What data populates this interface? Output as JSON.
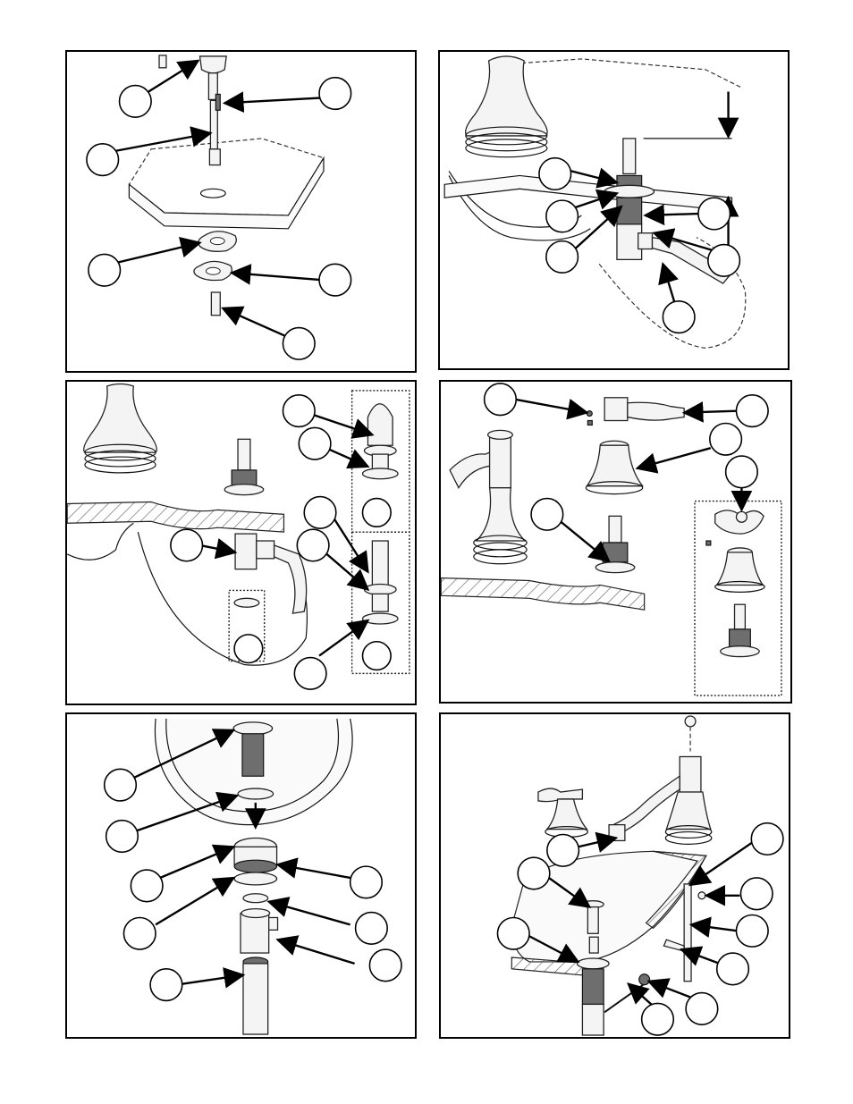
{
  "page": {
    "panels": [
      "panel-1-stem-assembly",
      "panel-2-valve-mounting",
      "panel-3-valve-connection",
      "panel-4-handle-install",
      "panel-5-drain-assembly",
      "panel-6-pop-up-linkage"
    ]
  },
  "style": {
    "line_color": "#000000",
    "background": "#ffffff",
    "hatch_color": "#555555"
  }
}
